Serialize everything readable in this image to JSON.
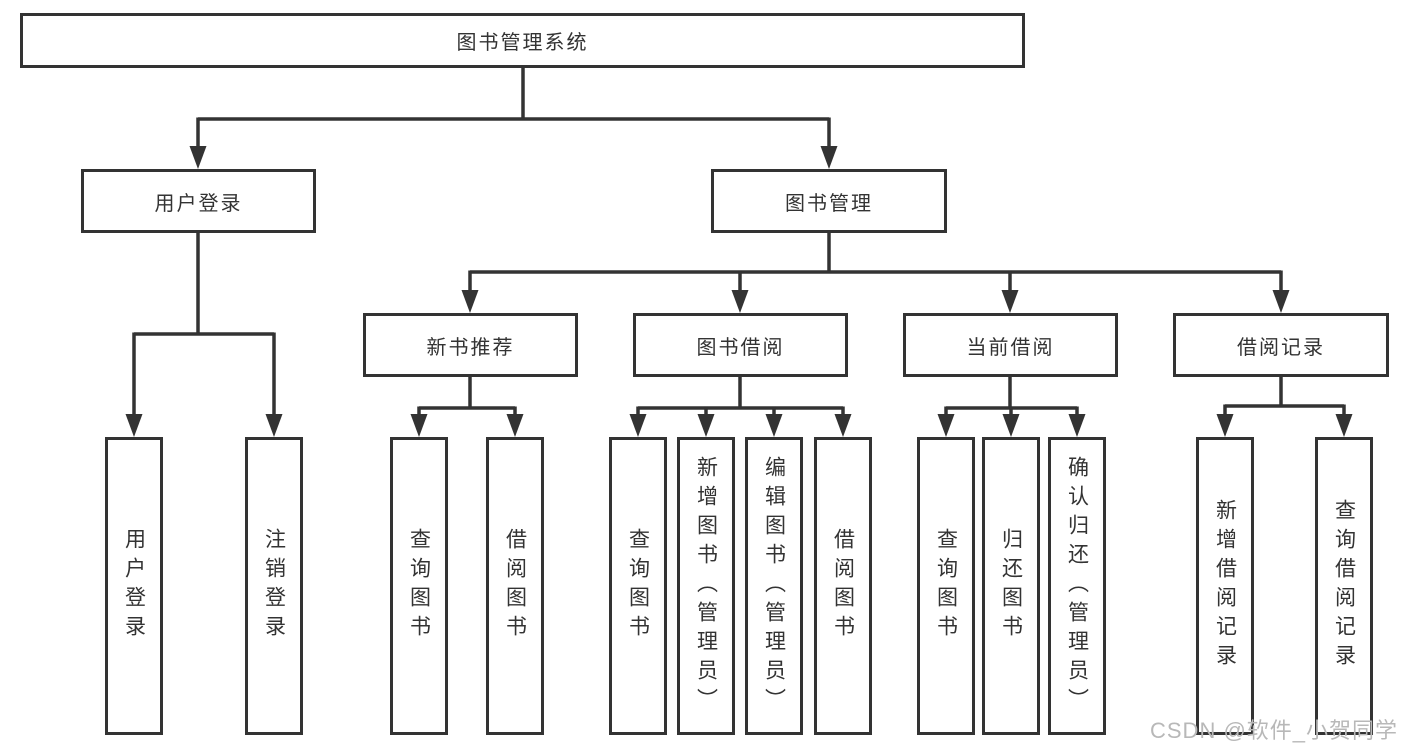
{
  "diagram": {
    "watermark": "CSDN @软件_小贺同学",
    "colors": {
      "line": "#333333",
      "text": "#333333",
      "background": "#ffffff",
      "watermark": "#b8b8b8"
    },
    "nodes": {
      "root": {
        "label": "图书管理系统"
      },
      "user_login": {
        "label": "用户登录"
      },
      "book_mgmt": {
        "label": "图书管理"
      },
      "new_book_rec": {
        "label": "新书推荐"
      },
      "book_borrow": {
        "label": "图书借阅"
      },
      "current_borrow": {
        "label": "当前借阅"
      },
      "borrow_records": {
        "label": "借阅记录"
      },
      "leaf_user_login": {
        "label": "用户登录"
      },
      "leaf_logout": {
        "label": "注销登录"
      },
      "leaf_query_book_1": {
        "label": "查询图书"
      },
      "leaf_borrow_book_1": {
        "label": "借阅图书"
      },
      "leaf_query_book_2": {
        "label": "查询图书"
      },
      "leaf_add_book": {
        "label": "新增图书（管理员）"
      },
      "leaf_edit_book": {
        "label": "编辑图书（管理员）"
      },
      "leaf_borrow_book_2": {
        "label": "借阅图书"
      },
      "leaf_query_book_3": {
        "label": "查询图书"
      },
      "leaf_return_book": {
        "label": "归还图书"
      },
      "leaf_confirm_return": {
        "label": "确认归还（管理员）"
      },
      "leaf_add_borrow_record": {
        "label": "新增借阅记录"
      },
      "leaf_query_borrow_record": {
        "label": "查询借阅记录"
      }
    }
  }
}
